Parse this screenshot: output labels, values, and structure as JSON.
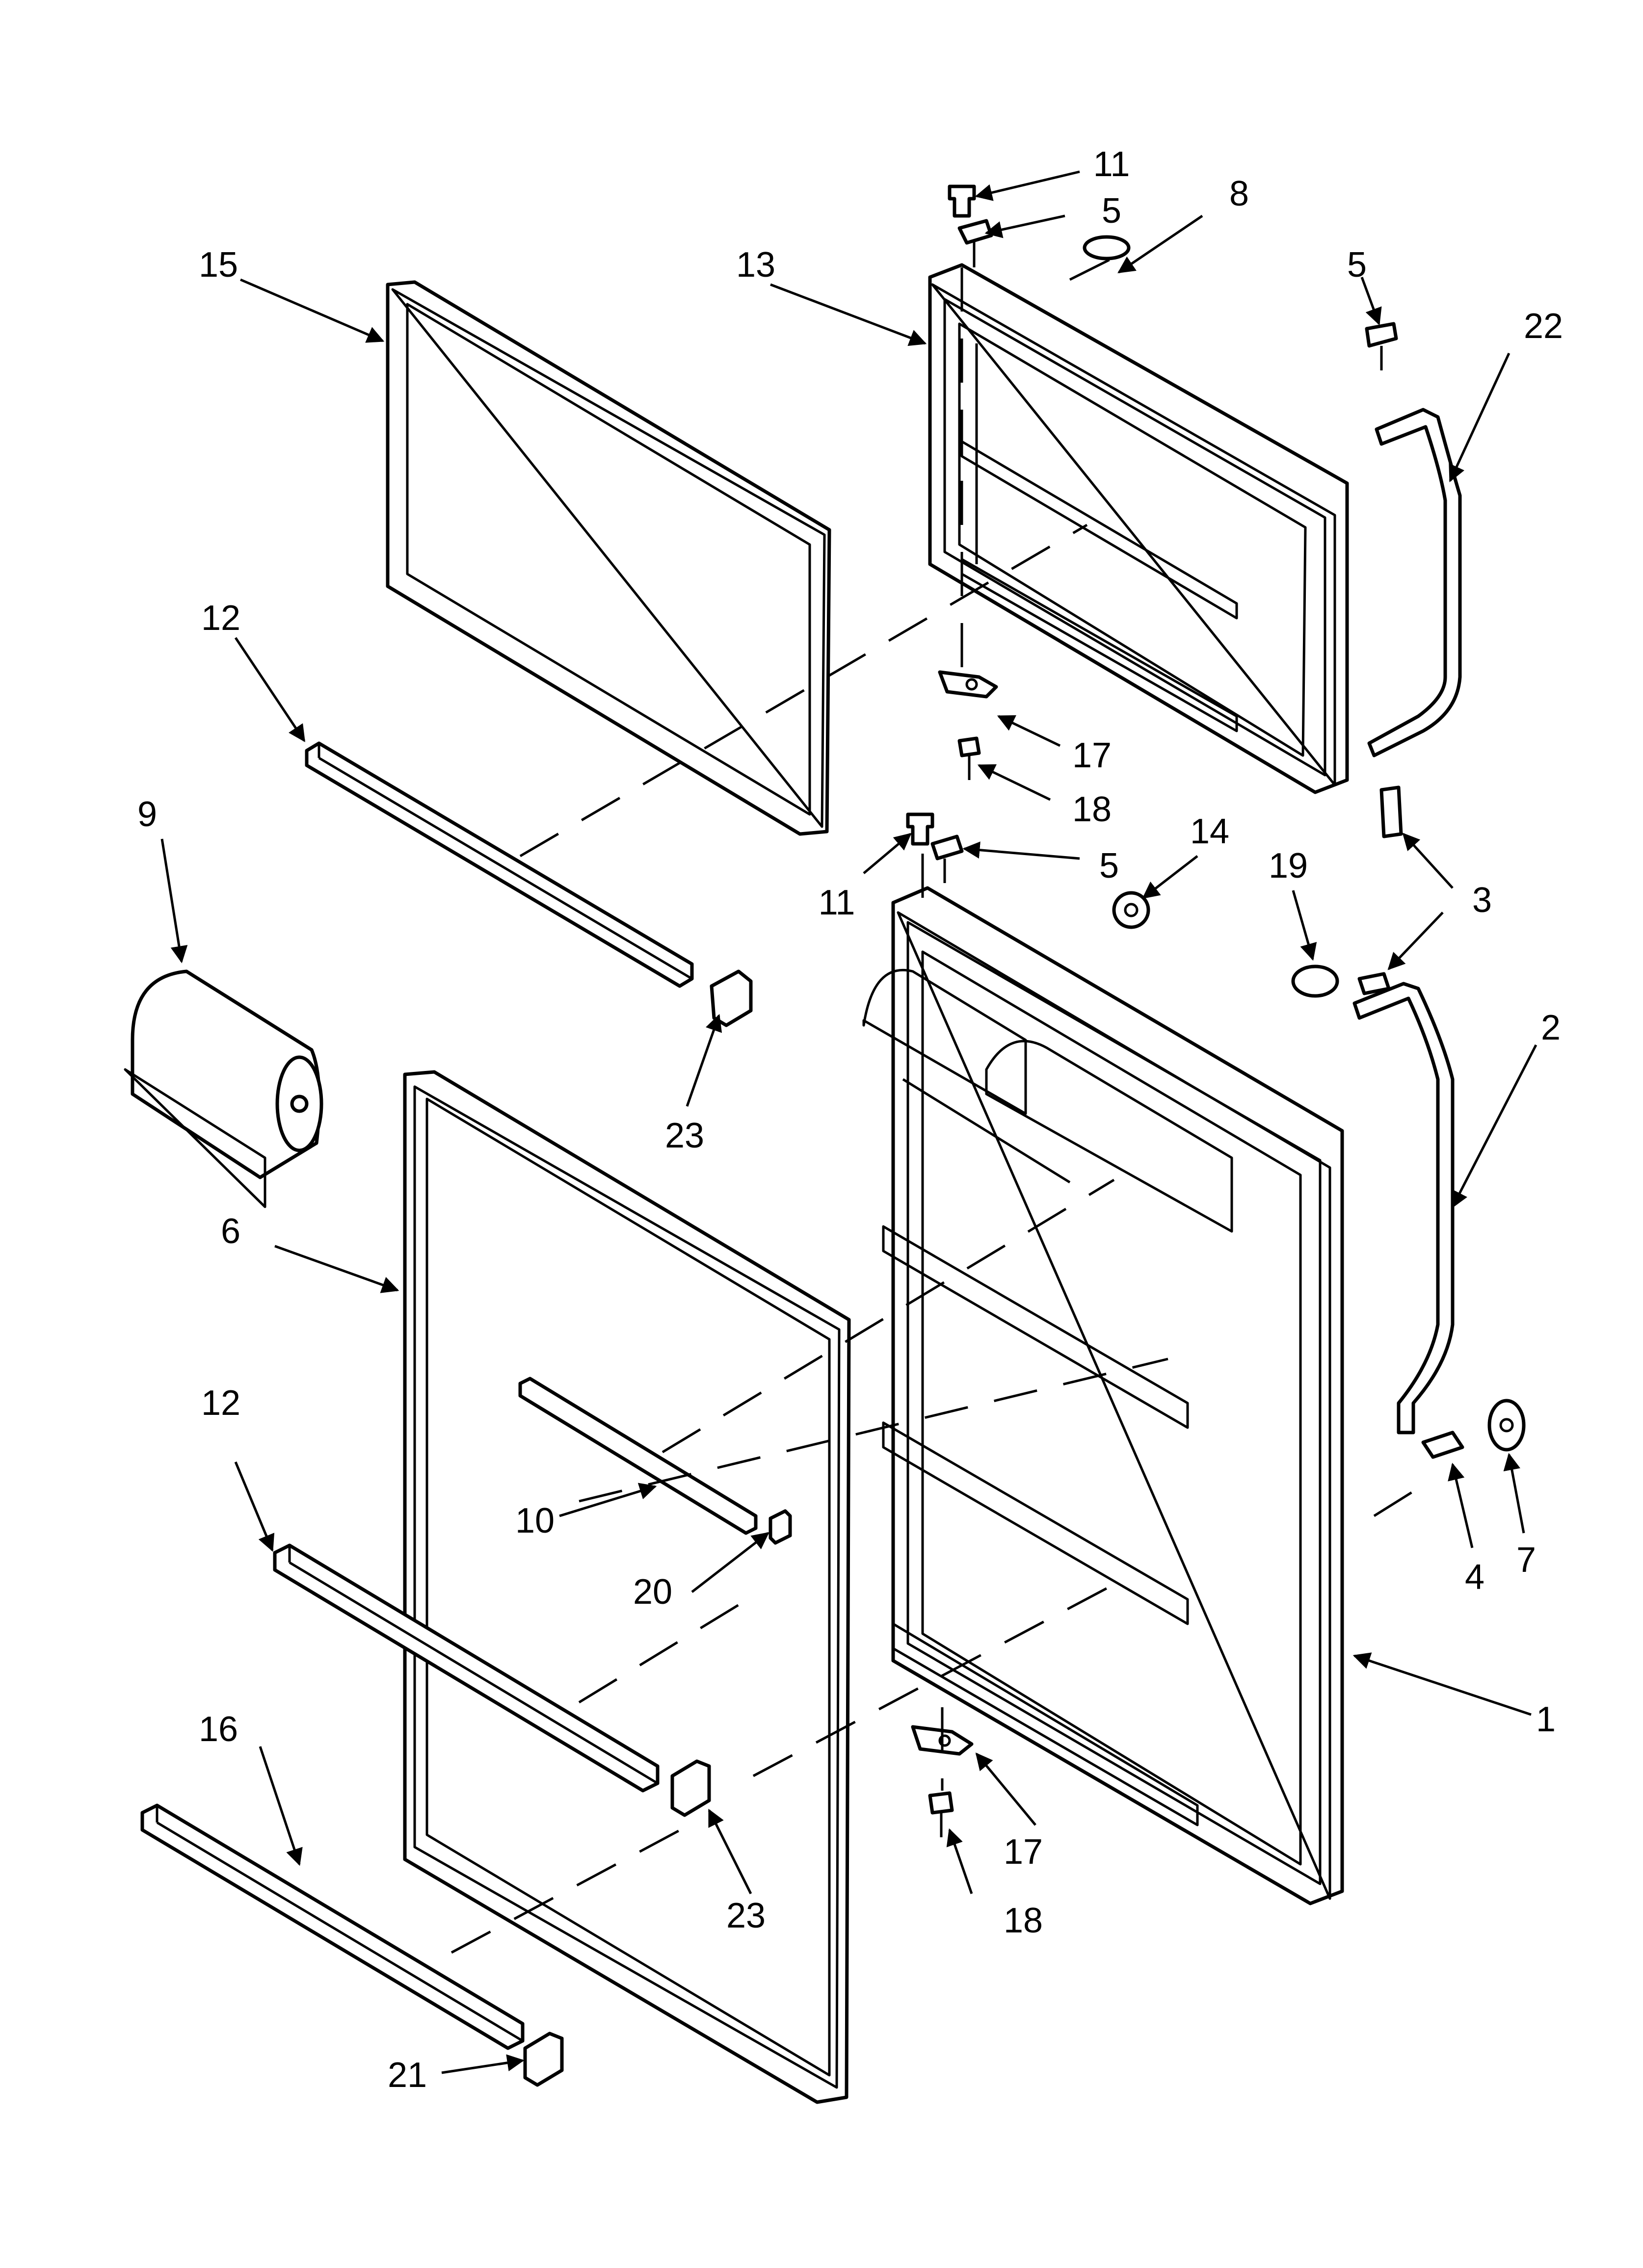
{
  "diagram": {
    "type": "exploded-parts-view",
    "callouts": [
      {
        "key": "c1",
        "text": "1"
      },
      {
        "key": "c2",
        "text": "2"
      },
      {
        "key": "c3",
        "text": "3"
      },
      {
        "key": "c4",
        "text": "4"
      },
      {
        "key": "c5a",
        "text": "5"
      },
      {
        "key": "c5b",
        "text": "5"
      },
      {
        "key": "c5c",
        "text": "5"
      },
      {
        "key": "c6",
        "text": "6"
      },
      {
        "key": "c7",
        "text": "7"
      },
      {
        "key": "c8",
        "text": "8"
      },
      {
        "key": "c9",
        "text": "9"
      },
      {
        "key": "c10",
        "text": "10"
      },
      {
        "key": "c11a",
        "text": "11"
      },
      {
        "key": "c11b",
        "text": "11"
      },
      {
        "key": "c12a",
        "text": "12"
      },
      {
        "key": "c12b",
        "text": "12"
      },
      {
        "key": "c13",
        "text": "13"
      },
      {
        "key": "c14",
        "text": "14"
      },
      {
        "key": "c15",
        "text": "15"
      },
      {
        "key": "c16",
        "text": "16"
      },
      {
        "key": "c17a",
        "text": "17"
      },
      {
        "key": "c17b",
        "text": "17"
      },
      {
        "key": "c18a",
        "text": "18"
      },
      {
        "key": "c18b",
        "text": "18"
      },
      {
        "key": "c19",
        "text": "19"
      },
      {
        "key": "c20",
        "text": "20"
      },
      {
        "key": "c21",
        "text": "21"
      },
      {
        "key": "c22",
        "text": "22"
      },
      {
        "key": "c23a",
        "text": "23"
      },
      {
        "key": "c23b",
        "text": "23"
      }
    ]
  }
}
